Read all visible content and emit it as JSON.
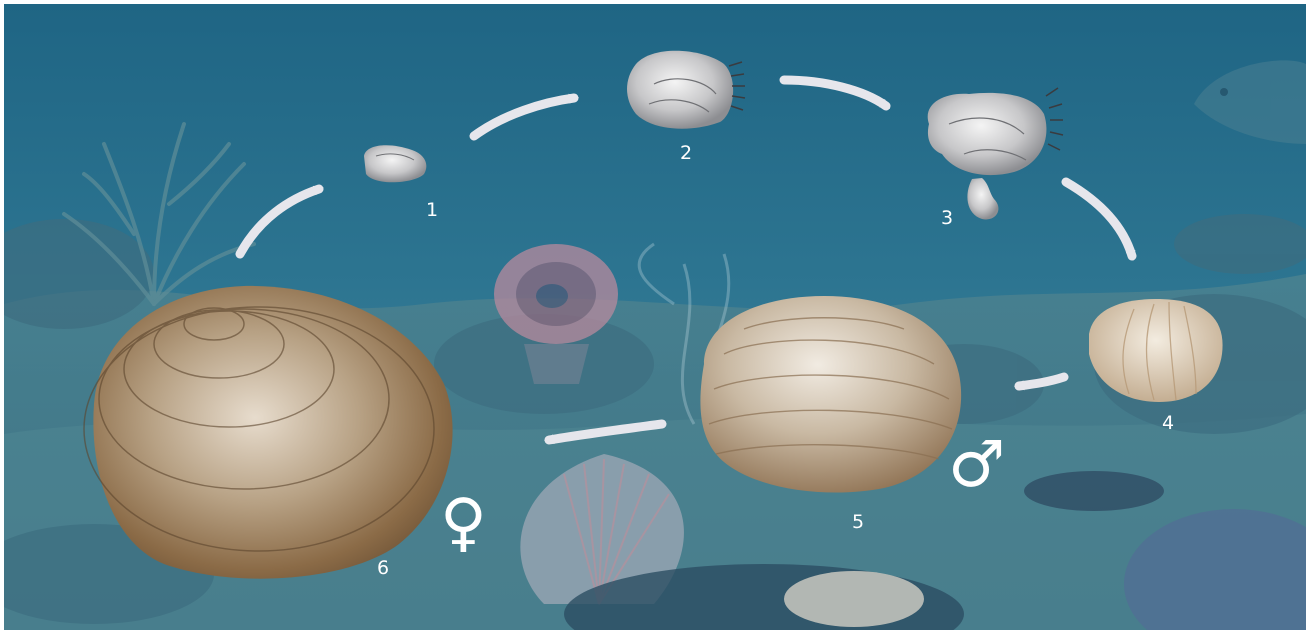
{
  "diagram": {
    "stages": [
      {
        "id": 1,
        "label": "1"
      },
      {
        "id": 2,
        "label": "2"
      },
      {
        "id": 3,
        "label": "3"
      },
      {
        "id": 4,
        "label": "4"
      },
      {
        "id": 5,
        "label": "5"
      },
      {
        "id": 6,
        "label": "6"
      }
    ],
    "symbols": {
      "male": "♂",
      "female": "♀"
    }
  },
  "colors": {
    "water_top": "#2b6a86",
    "water_bottom": "#4f8a9a",
    "seafloor": "#4a7d8b",
    "arrow": "#e6e6ec",
    "label": "#ffffff",
    "shell_brown": "#8a6a46",
    "shell_light": "#d8d2c8"
  }
}
